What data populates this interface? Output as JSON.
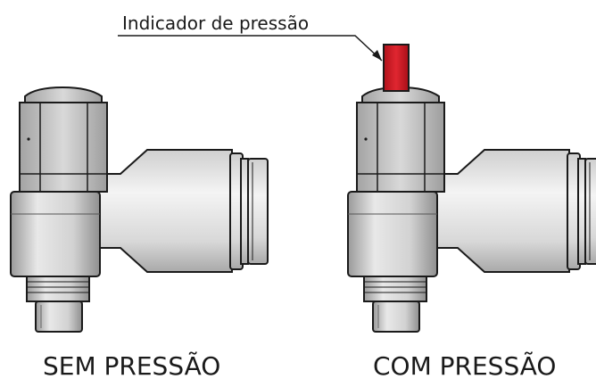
{
  "callout": {
    "text": "Indicador de pressão"
  },
  "captions": {
    "left": "SEM PRESSÃO",
    "right": "COM PRESSÃO"
  },
  "colors": {
    "indicator_red": "#d41a24",
    "metal_light": "#e6e6e6",
    "metal_mid": "#bdbdbd",
    "metal_dark": "#8a8a8a",
    "outline": "#1a1a1a"
  },
  "icons": {
    "left_fitting": "valve-fitting-icon",
    "right_fitting": "valve-fitting-icon",
    "indicator": "pressure-indicator-pin-icon"
  }
}
